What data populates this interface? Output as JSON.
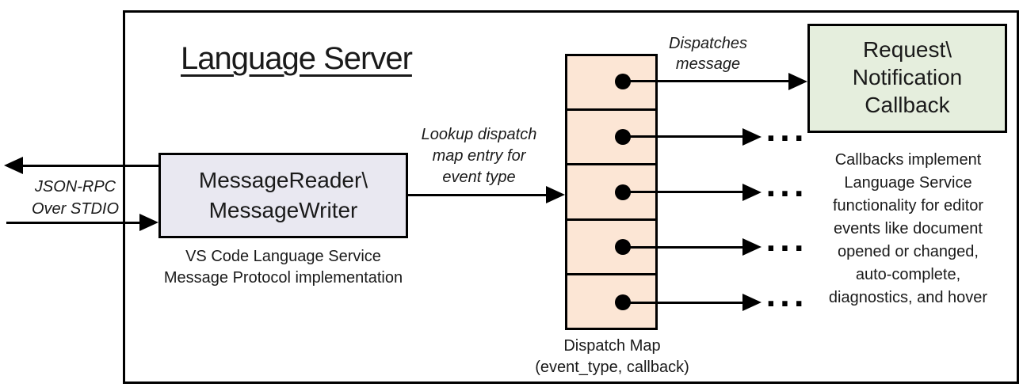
{
  "title": "Language Server",
  "reader_box": {
    "lines": [
      "MessageReader\\",
      "MessageWriter"
    ],
    "caption_lines": [
      "VS Code Language Service",
      "Message Protocol implementation"
    ]
  },
  "io_label": {
    "lines": [
      "JSON-RPC",
      "Over STDIO"
    ]
  },
  "lookup_label": {
    "lines": [
      "Lookup dispatch",
      "map entry for",
      "event type"
    ]
  },
  "dispatches_label": {
    "lines": [
      "Dispatches",
      "message"
    ]
  },
  "dispatch_map": {
    "rows": 5,
    "ellipsis": "...",
    "caption_lines": [
      "Dispatch Map",
      "(event_type, callback)"
    ]
  },
  "callback_box": {
    "lines": [
      "Request\\",
      "Notification",
      "Callback"
    ]
  },
  "callback_note_lines": [
    "Callbacks implement",
    "Language Service",
    "functionality for editor",
    "events like document",
    "opened or changed,",
    "auto-complete,",
    "diagnostics, and hover"
  ],
  "colors": {
    "reader_fill": "#e9e8f1",
    "map_fill": "#fce6d5",
    "callback_fill": "#e5eedd",
    "line": "#000000"
  }
}
